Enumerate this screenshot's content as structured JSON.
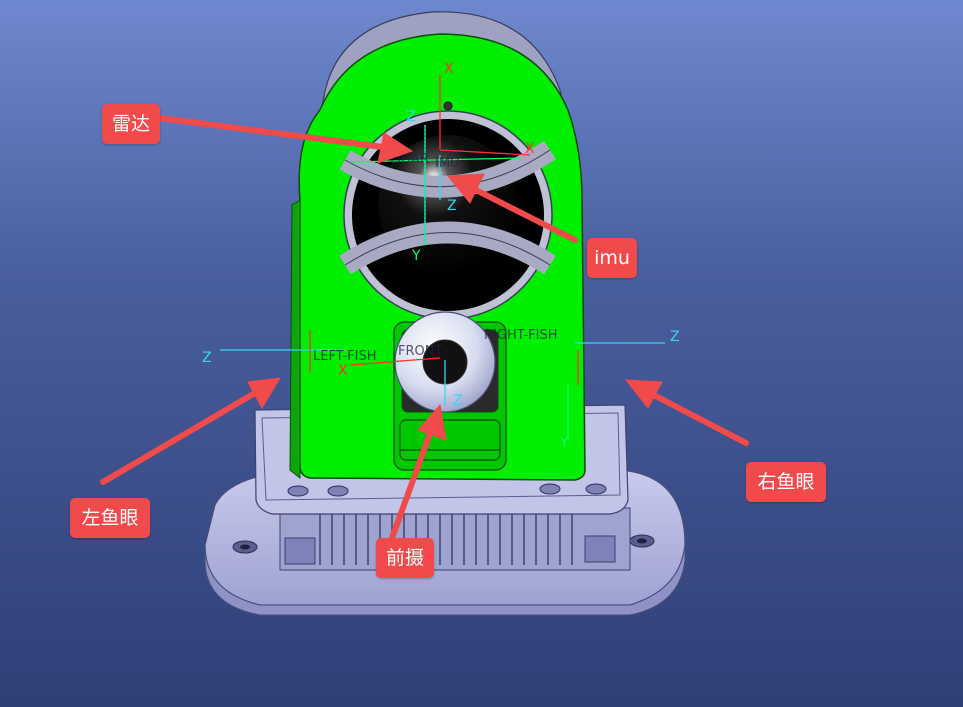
{
  "callouts": {
    "lidar": "雷达",
    "imu": "imu",
    "left_fisheye": "左鱼眼",
    "front_camera": "前摄",
    "right_fisheye": "右鱼眼"
  },
  "frames": {
    "lidar": "LIDAR",
    "imu": "IMU",
    "left_fish": "LEFT-FISH",
    "front": "FRONT",
    "right_fish": "RIGHT-FISH"
  },
  "axes": {
    "x": "X",
    "y": "Y",
    "z": "Z"
  },
  "colors": {
    "housing": "#00ee00",
    "callout": "#f04a4a",
    "arrow": "#f04a4a",
    "base": "#b8bbe0",
    "axis_cyan": "#38d6f0",
    "axis_green": "#00ff66",
    "axis_red": "#ff3030"
  }
}
